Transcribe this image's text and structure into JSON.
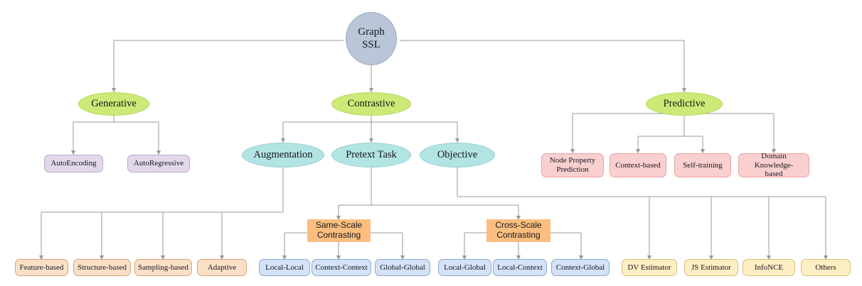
{
  "diagram": {
    "title": "Graph SSL Taxonomy",
    "colors": {
      "root": "#b9c6d8",
      "level1": "#ccea77",
      "level2": "#b3e4e4",
      "generative_leaf": "#e2d8ea",
      "predictive_leaf": "#f9cfcf",
      "augmentation_leaf": "#fbe0c8",
      "scale_node": "#fbbe7f",
      "contrast_leaf": "#d3e2f7",
      "objective_leaf": "#fdeec4",
      "edge": "#9a9a9a"
    },
    "root": {
      "label": "Graph\nSSL",
      "line1": "Graph",
      "line2": "SSL"
    },
    "branches": [
      {
        "id": "generative",
        "label": "Generative"
      },
      {
        "id": "contrastive",
        "label": "Contrastive"
      },
      {
        "id": "predictive",
        "label": "Predictive"
      }
    ],
    "contrastive_children": [
      {
        "id": "augmentation",
        "label": "Augmentation"
      },
      {
        "id": "pretext-task",
        "label": "Pretext Task"
      },
      {
        "id": "objective",
        "label": "Objective"
      }
    ],
    "generative_leaves": [
      {
        "label": "AutoEncoding"
      },
      {
        "label": "AutoRegressive"
      }
    ],
    "predictive_leaves": [
      {
        "line1": "Node Property",
        "line2": "Prediction",
        "label": "Node Property Prediction"
      },
      {
        "line1": "Context-based",
        "line2": "",
        "label": "Context-based"
      },
      {
        "line1": "Self-training",
        "line2": "",
        "label": "Self-training"
      },
      {
        "line1": "Domain Knowledge-",
        "line2": "based",
        "label": "Domain Knowledge-based"
      }
    ],
    "augmentation_leaves": [
      {
        "label": "Feature-based"
      },
      {
        "label": "Structure-based"
      },
      {
        "label": "Sampling-based"
      },
      {
        "label": "Adaptive"
      }
    ],
    "scale_nodes": [
      {
        "id": "same-scale",
        "line1": "Same-Scale",
        "line2": "Contrasting",
        "label": "Same-Scale Contrasting"
      },
      {
        "id": "cross-scale",
        "line1": "Cross-Scale",
        "line2": "Contrasting",
        "label": "Cross-Scale Contrasting"
      }
    ],
    "same_scale_leaves": [
      {
        "label": "Local-Local"
      },
      {
        "label": "Context-Context"
      },
      {
        "label": "Global-Global"
      }
    ],
    "cross_scale_leaves": [
      {
        "label": "Local-Global"
      },
      {
        "label": "Local-Context"
      },
      {
        "label": "Context-Global"
      }
    ],
    "objective_leaves": [
      {
        "label": "DV Estimator"
      },
      {
        "label": "JS Estimator"
      },
      {
        "label": "InfoNCE"
      },
      {
        "label": "Others"
      }
    ]
  }
}
